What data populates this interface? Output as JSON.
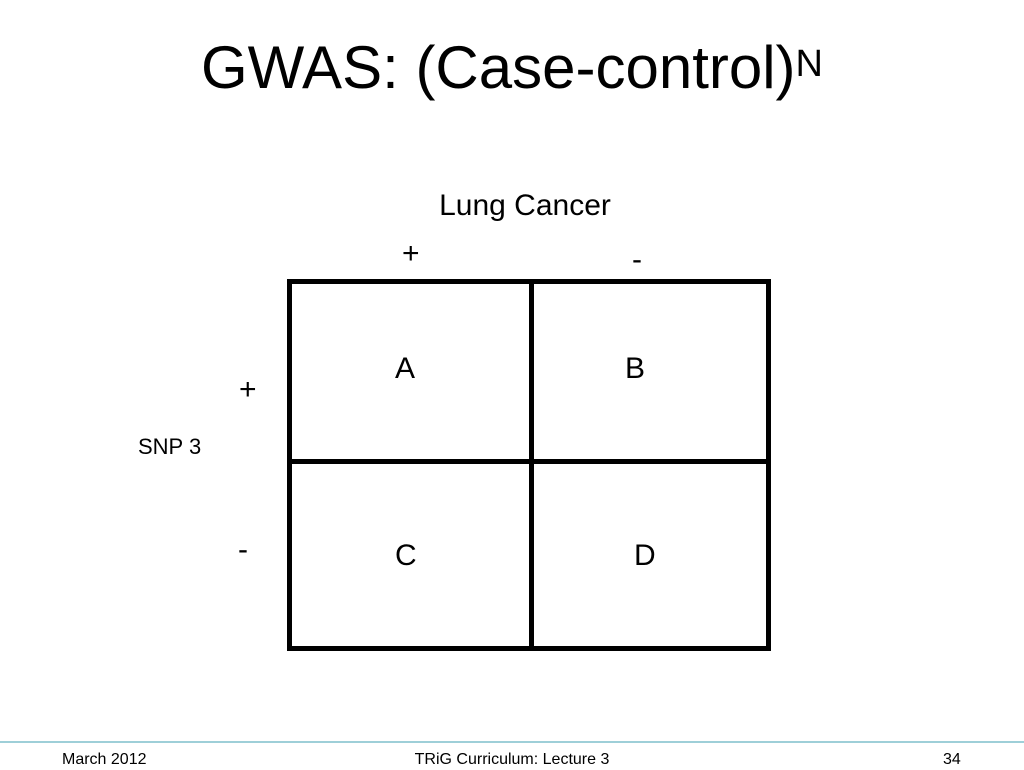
{
  "slide": {
    "title": "GWAS: (Case-control)",
    "title_superscript": "N"
  },
  "table": {
    "column_header": "Lung Cancer",
    "column_signs": [
      "+",
      "-"
    ],
    "row_header": "SNP 3",
    "row_signs": [
      "+",
      "-"
    ],
    "cells": [
      "A",
      "B",
      "C",
      "D"
    ]
  },
  "footer": {
    "date": "March 2012",
    "course": "TRiG Curriculum: Lecture 3",
    "page_number": "34"
  },
  "colors": {
    "footer_rule": "#9ecfd8"
  }
}
